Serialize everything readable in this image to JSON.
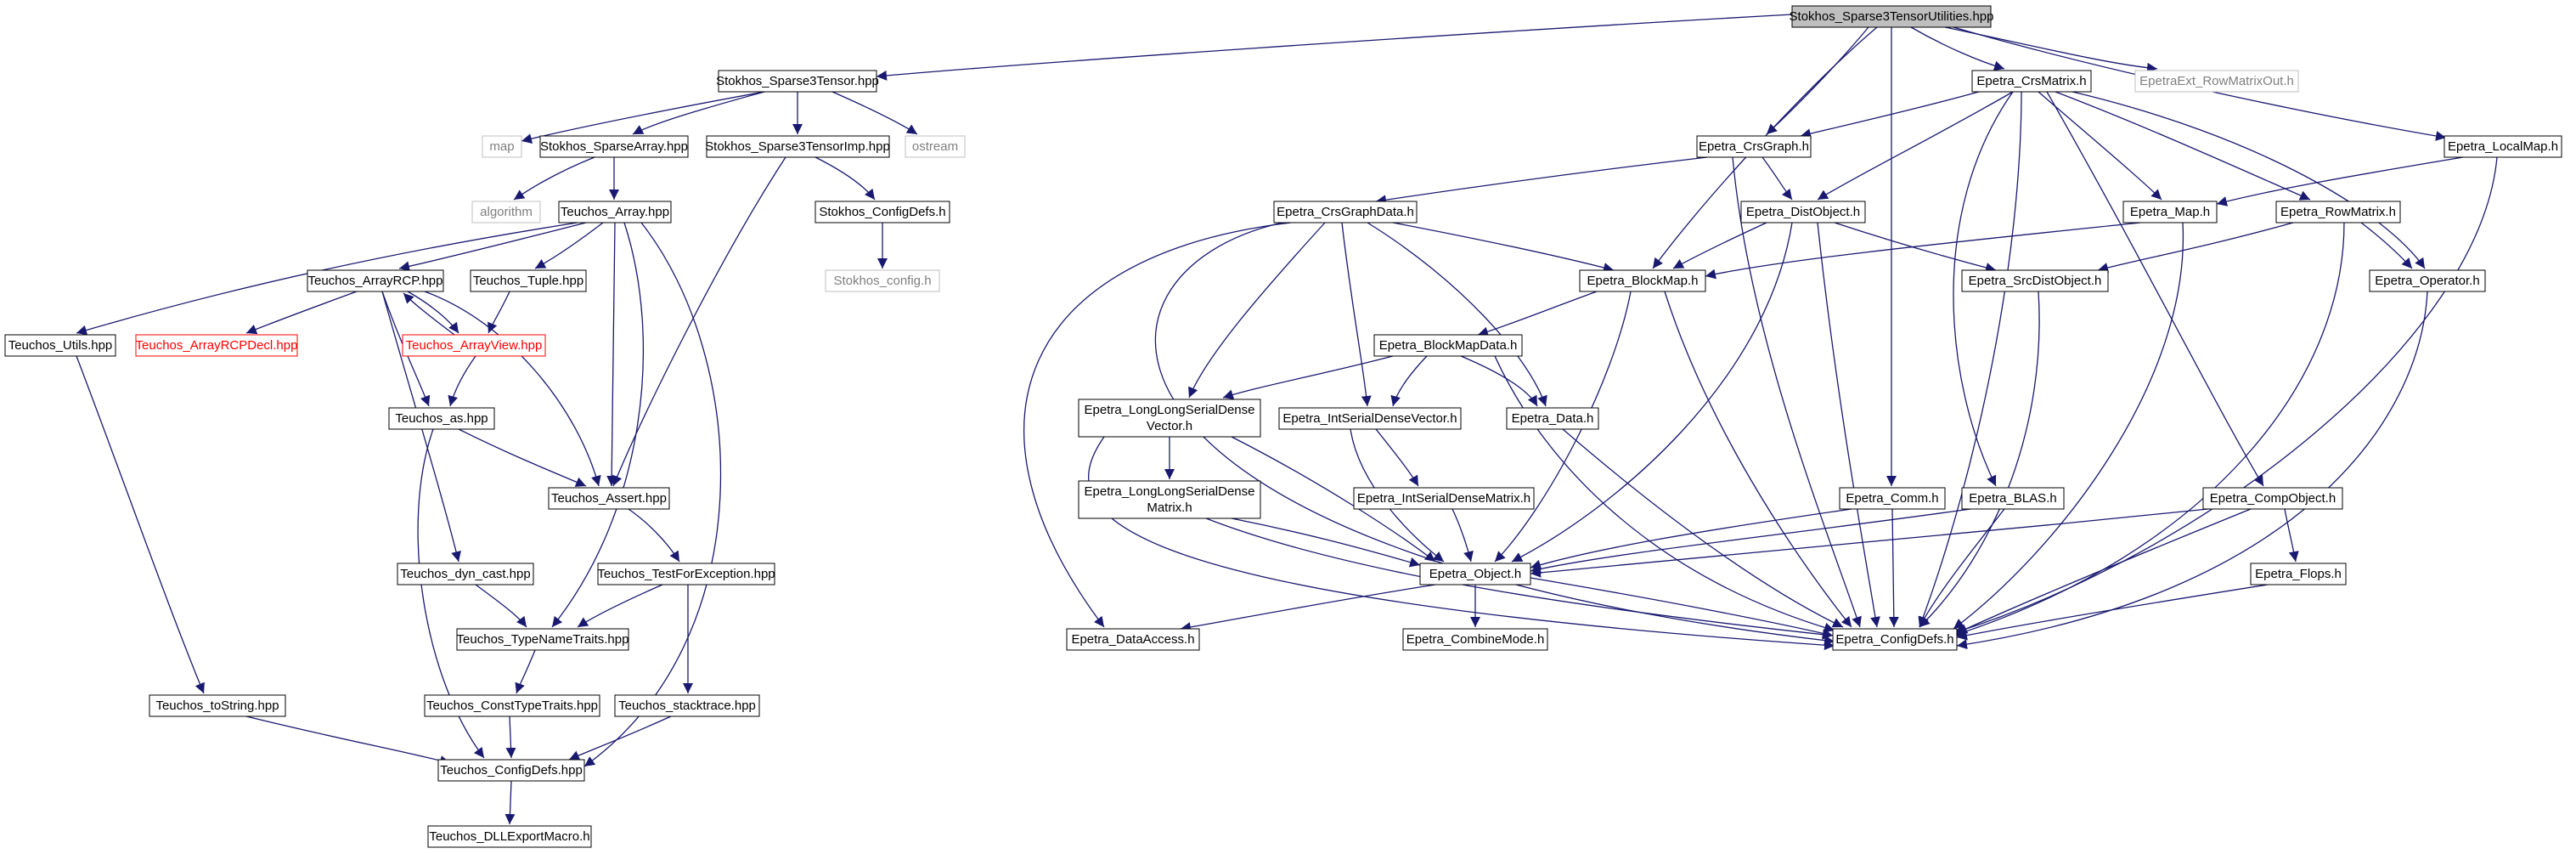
{
  "colors": {
    "edge": "#191970",
    "box_border": "#000000",
    "root_fill": "#bfbfbf",
    "external_border": "#bfbfbf",
    "external_text": "#7f7f7f",
    "missing_border": "#ff0000",
    "missing_text": "#ff0000"
  },
  "nodes": {
    "sparse3tensorutilities": "Stokhos_Sparse3TensorUtilities.hpp",
    "sparse3tensor": "Stokhos_Sparse3Tensor.hpp",
    "map_std": "map",
    "sparsearray": "Stokhos_SparseArray.hpp",
    "sparse3tensorimp": "Stokhos_Sparse3TensorImp.hpp",
    "ostream": "ostream",
    "algorithm": "algorithm",
    "teuchos_array": "Teuchos_Array.hpp",
    "stokhos_configdefs": "Stokhos_ConfigDefs.h",
    "stokhos_config": "Stokhos_config.h",
    "teuchos_arrayrcp": "Teuchos_ArrayRCP.hpp",
    "teuchos_tuple": "Teuchos_Tuple.hpp",
    "teuchos_utils": "Teuchos_Utils.hpp",
    "teuchos_arrayrcpdecl": "Teuchos_ArrayRCPDecl.hpp",
    "teuchos_arrayview": "Teuchos_ArrayView.hpp",
    "teuchos_as": "Teuchos_as.hpp",
    "teuchos_assert": "Teuchos_Assert.hpp",
    "teuchos_dyn_cast": "Teuchos_dyn_cast.hpp",
    "teuchos_testforexception": "Teuchos_TestForException.hpp",
    "teuchos_typenametraits": "Teuchos_TypeNameTraits.hpp",
    "teuchos_tostring": "Teuchos_toString.hpp",
    "teuchos_consttypetraits": "Teuchos_ConstTypeTraits.hpp",
    "teuchos_stacktrace": "Teuchos_stacktrace.hpp",
    "teuchos_configdefs": "Teuchos_ConfigDefs.hpp",
    "teuchos_dllexportmacro": "Teuchos_DLLExportMacro.h",
    "epetra_crsmatrix": "Epetra_CrsMatrix.h",
    "epetraext_rowmatrixout": "EpetraExt_RowMatrixOut.h",
    "epetra_crsgraph": "Epetra_CrsGraph.h",
    "epetra_localmap": "Epetra_LocalMap.h",
    "epetra_crsgraphdata": "Epetra_CrsGraphData.h",
    "epetra_distobject": "Epetra_DistObject.h",
    "epetra_map": "Epetra_Map.h",
    "epetra_rowmatrix": "Epetra_RowMatrix.h",
    "epetra_blockmap": "Epetra_BlockMap.h",
    "epetra_srcdistobject": "Epetra_SrcDistObject.h",
    "epetra_operator": "Epetra_Operator.h",
    "epetra_blockmapdata": "Epetra_BlockMapData.h",
    "epetra_longlongserialdensevector_1": "Epetra_LongLongSerialDense",
    "epetra_longlongserialdensevector_2": "Vector.h",
    "epetra_intserialdensevector": "Epetra_IntSerialDenseVector.h",
    "epetra_data": "Epetra_Data.h",
    "epetra_longlongserialdensematrix_1": "Epetra_LongLongSerialDense",
    "epetra_longlongserialdensematrix_2": "Matrix.h",
    "epetra_intserialdensematrix": "Epetra_IntSerialDenseMatrix.h",
    "epetra_comm": "Epetra_Comm.h",
    "epetra_blas": "Epetra_BLAS.h",
    "epetra_compobject": "Epetra_CompObject.h",
    "epetra_object": "Epetra_Object.h",
    "epetra_flops": "Epetra_Flops.h",
    "epetra_dataaccess": "Epetra_DataAccess.h",
    "epetra_combinemode": "Epetra_CombineMode.h",
    "epetra_configdefs": "Epetra_ConfigDefs.h"
  }
}
